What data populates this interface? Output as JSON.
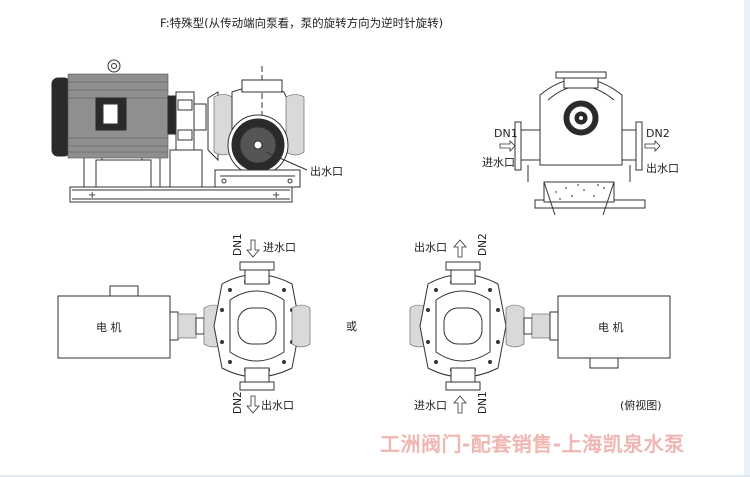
{
  "title": "F:特殊型(从传动端向泵看，泵的旋转方向为逆时针旋转)",
  "side_view": {
    "outlet_label": "出水口"
  },
  "end_view": {
    "dn1": "DN1",
    "dn2": "DN2",
    "inlet_label": "进水口",
    "outlet_label": "出水口"
  },
  "top_view_left": {
    "motor_label": "电 机",
    "dn1": "DN1",
    "dn2": "DN2",
    "inlet_label": "进水口",
    "outlet_label": "出水口"
  },
  "or_label": "或",
  "top_view_right": {
    "motor_label": "电 机",
    "dn1": "DN1",
    "dn2": "DN2",
    "inlet_label": "进水口",
    "outlet_label": "出水口"
  },
  "top_view_caption": "(俯视图)",
  "watermark": "工洲阀门-配套销售-上海凯泉水泵"
}
